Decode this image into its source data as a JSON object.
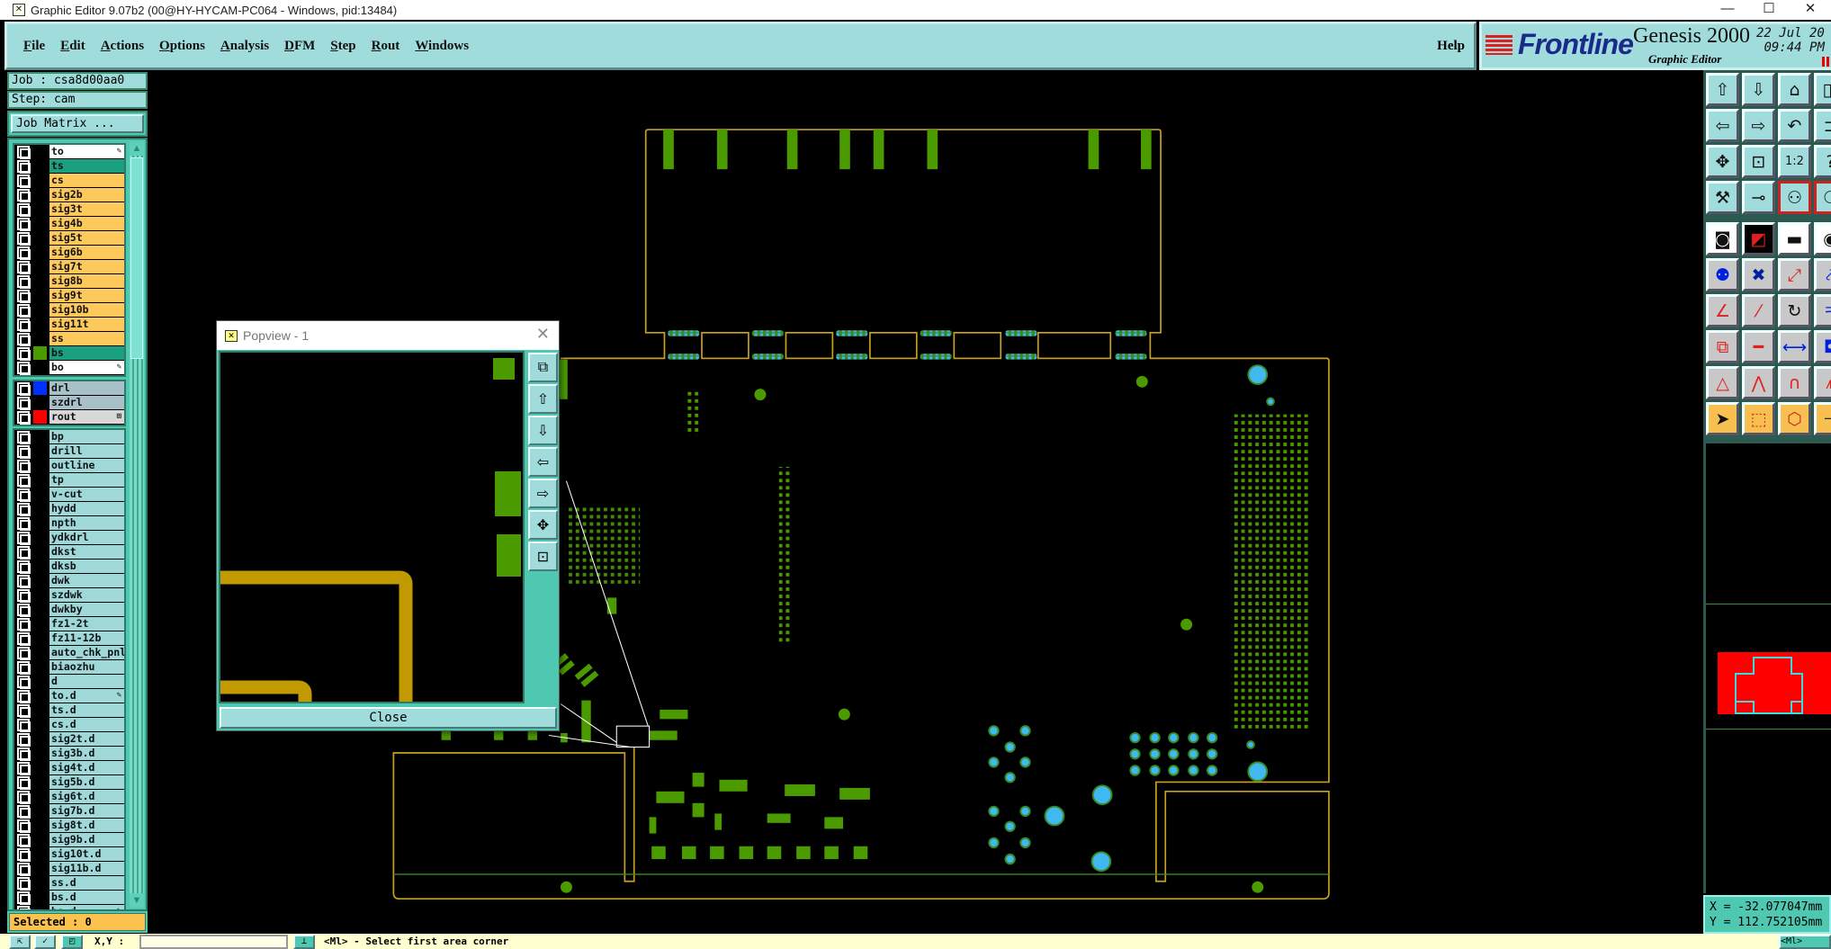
{
  "window": {
    "title": "Graphic Editor 9.07b2 (00@HY-HYCAM-PC064 - Windows, pid:13484)",
    "minimize": "—",
    "maximize": "☐",
    "close": "✕"
  },
  "menu": {
    "items": [
      "File",
      "Edit",
      "Actions",
      "Options",
      "Analysis",
      "DFM",
      "Step",
      "Rout",
      "Windows"
    ],
    "help": "Help"
  },
  "logo": {
    "brand": "Frontline",
    "product": "Genesis 2000",
    "subtitle": "Graphic Editor",
    "date": "22 Jul 20",
    "time": "09:44 PM"
  },
  "job": {
    "job": "Job : csa8d00aa0",
    "step": "Step: cam",
    "matrix_button": "Job Matrix ..."
  },
  "colors": {
    "board": "#fcc95a",
    "solder": "#1aa080",
    "misc": "#9fd8d8",
    "drill": "#a8c0c8",
    "rout": "#d8d8d8",
    "pad_green": "#4a9a00",
    "outline": "#c8a020",
    "cyan_pad": "#40b8f0"
  },
  "layers": {
    "board": [
      {
        "name": "to",
        "type": "white",
        "mark": "✎"
      },
      {
        "name": "ts",
        "type": "solder"
      },
      {
        "name": "cs",
        "type": "board"
      },
      {
        "name": "sig2b",
        "type": "board"
      },
      {
        "name": "sig3t",
        "type": "board"
      },
      {
        "name": "sig4b",
        "type": "board"
      },
      {
        "name": "sig5t",
        "type": "board"
      },
      {
        "name": "sig6b",
        "type": "board"
      },
      {
        "name": "sig7t",
        "type": "board"
      },
      {
        "name": "sig8b",
        "type": "board"
      },
      {
        "name": "sig9t",
        "type": "board"
      },
      {
        "name": "sig10b",
        "type": "board"
      },
      {
        "name": "sig11t",
        "type": "board"
      },
      {
        "name": "ss",
        "type": "board"
      },
      {
        "name": "bs",
        "type": "solder",
        "swatch": "#4a9a00"
      },
      {
        "name": "bo",
        "type": "white",
        "mark": "✎"
      }
    ],
    "drill": [
      {
        "name": "drl",
        "type": "drill",
        "swatch": "#0030ff"
      },
      {
        "name": "szdrl",
        "type": "drill"
      },
      {
        "name": "rout",
        "type": "rout",
        "swatch": "#ff0000",
        "mark": "⊞"
      }
    ],
    "misc": [
      {
        "name": "bp"
      },
      {
        "name": "drill"
      },
      {
        "name": "outline"
      },
      {
        "name": "tp"
      },
      {
        "name": "v-cut"
      },
      {
        "name": "hydd"
      },
      {
        "name": "npth"
      },
      {
        "name": "ydkdrl"
      },
      {
        "name": "dkst"
      },
      {
        "name": "dksb"
      },
      {
        "name": "dwk"
      },
      {
        "name": "szdwk"
      },
      {
        "name": "dwkby"
      },
      {
        "name": "fz1-2t"
      },
      {
        "name": "fz11-12b"
      },
      {
        "name": "auto_chk_pnl"
      },
      {
        "name": "biaozhu"
      },
      {
        "name": "d"
      },
      {
        "name": "to.d",
        "mark": "✎"
      },
      {
        "name": "ts.d"
      },
      {
        "name": "cs.d"
      },
      {
        "name": "sig2t.d"
      },
      {
        "name": "sig3b.d"
      },
      {
        "name": "sig4t.d"
      },
      {
        "name": "sig5b.d"
      },
      {
        "name": "sig6t.d"
      },
      {
        "name": "sig7b.d"
      },
      {
        "name": "sig8t.d"
      },
      {
        "name": "sig9b.d"
      },
      {
        "name": "sig10t.d"
      },
      {
        "name": "sig11b.d"
      },
      {
        "name": "ss.d"
      },
      {
        "name": "bs.d"
      },
      {
        "name": "bo.d",
        "mark": "✎"
      }
    ]
  },
  "selected": "Selected : 0",
  "toolbar": [
    {
      "icon": "pan-up-icon",
      "glyph": "⇧",
      "bg": "#a0dcdc"
    },
    {
      "icon": "pan-down-icon",
      "glyph": "⇩",
      "bg": "#a0dcdc"
    },
    {
      "icon": "home-icon",
      "glyph": "⌂",
      "bg": "#a0dcdc"
    },
    {
      "icon": "split-view-icon",
      "glyph": "◫",
      "bg": "#a0dcdc"
    },
    {
      "icon": "pan-left-icon",
      "glyph": "⇦",
      "bg": "#a0dcdc"
    },
    {
      "icon": "pan-right-icon",
      "glyph": "⇨",
      "bg": "#a0dcdc"
    },
    {
      "icon": "undo-view-icon",
      "glyph": "↶",
      "bg": "#a0dcdc"
    },
    {
      "icon": "redraw-icon",
      "glyph": "⊐",
      "bg": "#a0dcdc"
    },
    {
      "icon": "zoom-out-icon",
      "glyph": "✥",
      "bg": "#a0dcdc"
    },
    {
      "icon": "zoom-in-icon",
      "glyph": "⊡",
      "bg": "#a0dcdc"
    },
    {
      "icon": "scale-1-2-icon",
      "glyph": "1:2",
      "bg": "#a0dcdc"
    },
    {
      "icon": "query-icon",
      "glyph": "?",
      "bg": "#a0dcdc"
    },
    {
      "icon": "tools-icon",
      "glyph": "⚒",
      "bg": "#a0dcdc"
    },
    {
      "icon": "snap-icon",
      "glyph": "⊸",
      "bg": "#a0dcdc"
    },
    {
      "icon": "net-analyzer-icon",
      "glyph": "⚇",
      "bg": "#a0dcdc",
      "border": "#d02020"
    },
    {
      "icon": "net-route-icon",
      "glyph": "⚆",
      "bg": "#a0dcdc",
      "border": "#d02020"
    },
    {
      "icon": "pad-select-icon",
      "glyph": "◙",
      "bg": "#ffffff"
    },
    {
      "icon": "area-select-icon",
      "glyph": "◩",
      "bg": "#000000",
      "color": "#e02020"
    },
    {
      "icon": "ruler-icon",
      "glyph": "▬",
      "bg": "#ffffff"
    },
    {
      "icon": "feature-icon",
      "glyph": "◉",
      "bg": "#ffffff"
    },
    {
      "icon": "connect-icon",
      "glyph": "⚉",
      "bg": "#c8c8c8",
      "color": "#0020e0"
    },
    {
      "icon": "delete-point-icon",
      "glyph": "✖",
      "bg": "#c8c8c8",
      "color": "#0020a0"
    },
    {
      "icon": "move-point-icon",
      "glyph": "⤢",
      "bg": "#c8c8c8",
      "color": "#e02020"
    },
    {
      "icon": "add-point-icon",
      "glyph": "⤤",
      "bg": "#c8c8c8",
      "color": "#0020e0"
    },
    {
      "icon": "angle-icon",
      "glyph": "∠",
      "bg": "#c8c8c8",
      "color": "#e02020"
    },
    {
      "icon": "line-icon",
      "glyph": "⁄",
      "bg": "#c8c8c8",
      "color": "#e02020"
    },
    {
      "icon": "arc-icon",
      "glyph": "↻",
      "bg": "#c8c8c8"
    },
    {
      "icon": "fillet-icon",
      "glyph": "ㅋ",
      "bg": "#c8c8c8",
      "color": "#0020e0"
    },
    {
      "icon": "move-pad-icon",
      "glyph": "⧉",
      "bg": "#c8c8c8",
      "color": "#e02020"
    },
    {
      "icon": "break-line-icon",
      "glyph": "━",
      "bg": "#c8c8c8",
      "color": "#e02020"
    },
    {
      "icon": "measure-icon",
      "glyph": "⟷",
      "bg": "#c8c8c8",
      "color": "#0020e0"
    },
    {
      "icon": "copper-icon",
      "glyph": "◘",
      "bg": "#c8c8c8",
      "color": "#0020e0"
    },
    {
      "icon": "triangle-icon",
      "glyph": "△",
      "bg": "#c8c8c8",
      "color": "#e02020"
    },
    {
      "icon": "peak-icon",
      "glyph": "⋀",
      "bg": "#c8c8c8",
      "color": "#e02020"
    },
    {
      "icon": "arch-icon",
      "glyph": "∩",
      "bg": "#c8c8c8",
      "color": "#e02020"
    },
    {
      "icon": "cross-triangle-icon",
      "glyph": "⩚",
      "bg": "#c8c8c8",
      "color": "#e02020"
    },
    {
      "icon": "select-arrow-icon",
      "glyph": "➤",
      "bg": "#f8c050"
    },
    {
      "icon": "select-box-icon",
      "glyph": "⬚",
      "bg": "#f8c050",
      "color": "#d02020"
    },
    {
      "icon": "select-polygon-icon",
      "glyph": "⬡",
      "bg": "#f8c050",
      "color": "#d02020"
    },
    {
      "icon": "select-net-icon",
      "glyph": "⊣",
      "bg": "#f8c050"
    }
  ],
  "coords": {
    "x": "X = -32.077047mm",
    "y": "Y = 112.752105mm"
  },
  "status": {
    "xy_label": "X,Y :",
    "message": "<Ml> - Select first area corner",
    "tail": "<Ml>"
  },
  "popview": {
    "title": "Popview - 1",
    "close_label": "Close",
    "tools": [
      {
        "icon": "popview-sync-icon",
        "glyph": "⧉"
      },
      {
        "icon": "popview-pan-up-icon",
        "glyph": "⇧"
      },
      {
        "icon": "popview-pan-down-icon",
        "glyph": "⇩"
      },
      {
        "icon": "popview-pan-left-icon",
        "glyph": "⇦"
      },
      {
        "icon": "popview-pan-right-icon",
        "glyph": "⇨"
      },
      {
        "icon": "popview-zoom-out-icon",
        "glyph": "✥"
      },
      {
        "icon": "popview-zoom-in-icon",
        "glyph": "⊡"
      }
    ]
  }
}
